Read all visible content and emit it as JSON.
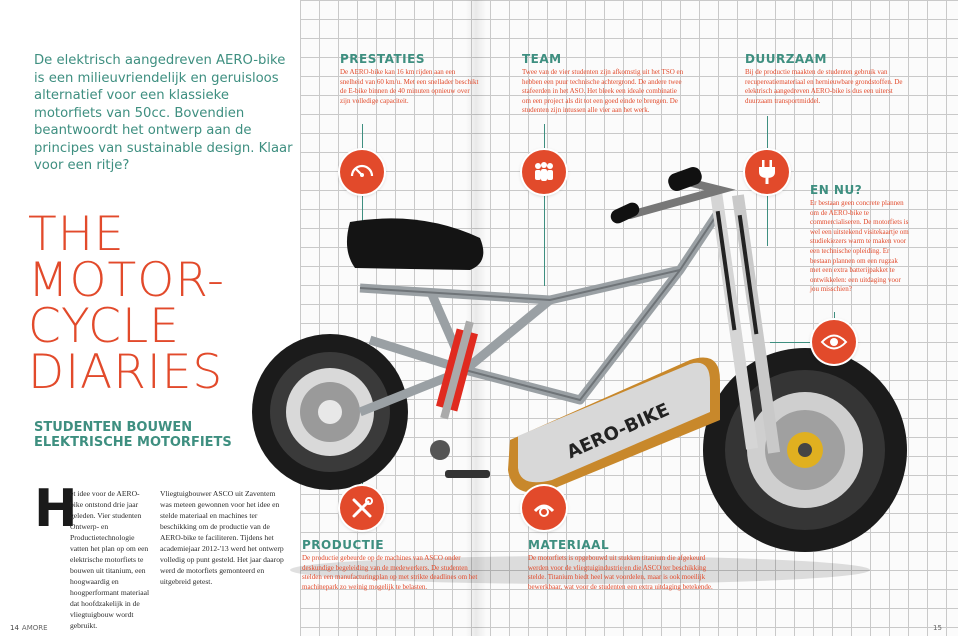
{
  "intro": "De elektrisch aangedreven AERO-bike is een milieuvriendelijk en geruisloos alternatief voor een klassieke motorfiets van 50cc. Bovendien beantwoordt het ontwerp aan de principes van sustainable design. Klaar voor een ritje?",
  "title": {
    "line1": "THE",
    "line2": "MOTOR-",
    "line3": "CYCLE",
    "line4": "DIARIES"
  },
  "subtitle": {
    "line1": "STUDENTEN BOUWEN",
    "line2": "ELEKTRISCHE MOTORFIETS"
  },
  "body": {
    "dropcap": "H",
    "col1": "et idee voor de AERO-bike ontstond drie jaar geleden. Vier studenten Ontwerp- en Productietechnologie vatten het plan op om een elektrische motorfiets te bouwen uit titanium, een hoogwaardig en hoogperformant materiaal dat hoofdzakelijk in de vliegtuigbouw wordt gebruikt.",
    "col2": "Vliegtuigbouwer ASCO uit Zaventem was meteen gewonnen voor het idee en stelde materiaal en machines ter beschikking om de productie van de AERO-bike te faciliteren. Tijdens het academiejaar 2012-'13 werd het ontwerp volledig op punt gesteld. Het jaar daarop werd de motorfiets gemonteerd en uitgebreid getest."
  },
  "sections": {
    "prestaties": {
      "title": "PRESTATIES",
      "text": "De AERO-bike kan 16 km rijden aan een snelheid van 60 km/u. Met een snellader beschikt de E-bike binnen de 40 minuten opnieuw over zijn volledige capaciteit."
    },
    "team": {
      "title": "TEAM",
      "text": "Twee van de vier studenten zijn afkomstig uit het TSO en hebben een puur technische achtergrond. De andere twee stafeerden in het ASO. Het bleek een ideale combinatie om een project als dit tot een goed einde te brengen. De studenten zijn intussen alle vier aan het werk."
    },
    "duurzaam": {
      "title": "DUURZAAM",
      "text": "Bij de productie maakten de studenten gebruik van recupereatiemateriaal en hernieuwbare grondstoffen. De elektrisch aangedreven AERO-bike is dus een uiterst duurzaam transportmiddel."
    },
    "en_nu": {
      "title": "EN NU?",
      "text": "Er bestaan geen concrete plannen om de AERO-bike te commercialiseren. De motorfiets is wel een uitstekend visitekaartje om studiekiezers warm te maken voor een technische opleiding. Er bestaan plannen om een rugzak met een extra batterijpakket te ontwikkelen: een uitdaging voor jou misschien?"
    },
    "productie": {
      "title": "PRODUCTIE",
      "text": "De productie gebeurde op de machines van ASCO onder deskundige begeleiding van de medewerkers. De studenten stelden een manufacturingplan op met strikte deadlines om het machinepark zo weinig mogelijk te belasten."
    },
    "materiaal": {
      "title": "MATERIAAL",
      "text": "De motorfiets is opgebouwd uit stukken titanium die afgekeurd werden voor de vliegtuigindustrie en die ASCO ter beschikking stelde. Titanium biedt heel wat voordelen, maar is ook moeilijk bewerkbaar, wat voor de studenten een extra uitdaging betekende."
    }
  },
  "bike_label": "AERO-BIKE",
  "folio": {
    "left_num": "14",
    "left_name": "AMORE",
    "right_num": "15"
  },
  "icons": {
    "prestaties": "speedometer-icon",
    "team": "people-icon",
    "duurzaam": "plug-icon",
    "en_nu": "eye-icon",
    "productie": "tools-icon",
    "materiaal": "material-icon"
  },
  "colors": {
    "accent_orange": "#e24a2b",
    "accent_teal": "#3e8f80"
  }
}
